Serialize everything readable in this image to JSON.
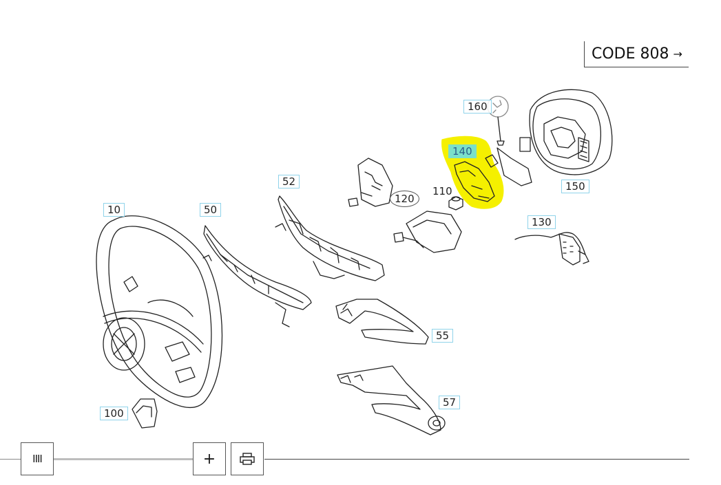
{
  "code_link": {
    "label": "CODE 808",
    "arrow": "→"
  },
  "parts": {
    "p10": "10",
    "p50": "50",
    "p52": "52",
    "p55": "55",
    "p57": "57",
    "p100": "100",
    "p110": "110",
    "p120": "120",
    "p130": "130",
    "p140": "140",
    "p150": "150",
    "p160": "160"
  },
  "toolbar": {
    "left_button": "IIII",
    "zoom_in": "+",
    "print_icon": "printer-icon"
  },
  "colors": {
    "highlight_fill": "#f5f000",
    "label_border": "#8fd3ea",
    "selected_label": "#7be0c9"
  }
}
